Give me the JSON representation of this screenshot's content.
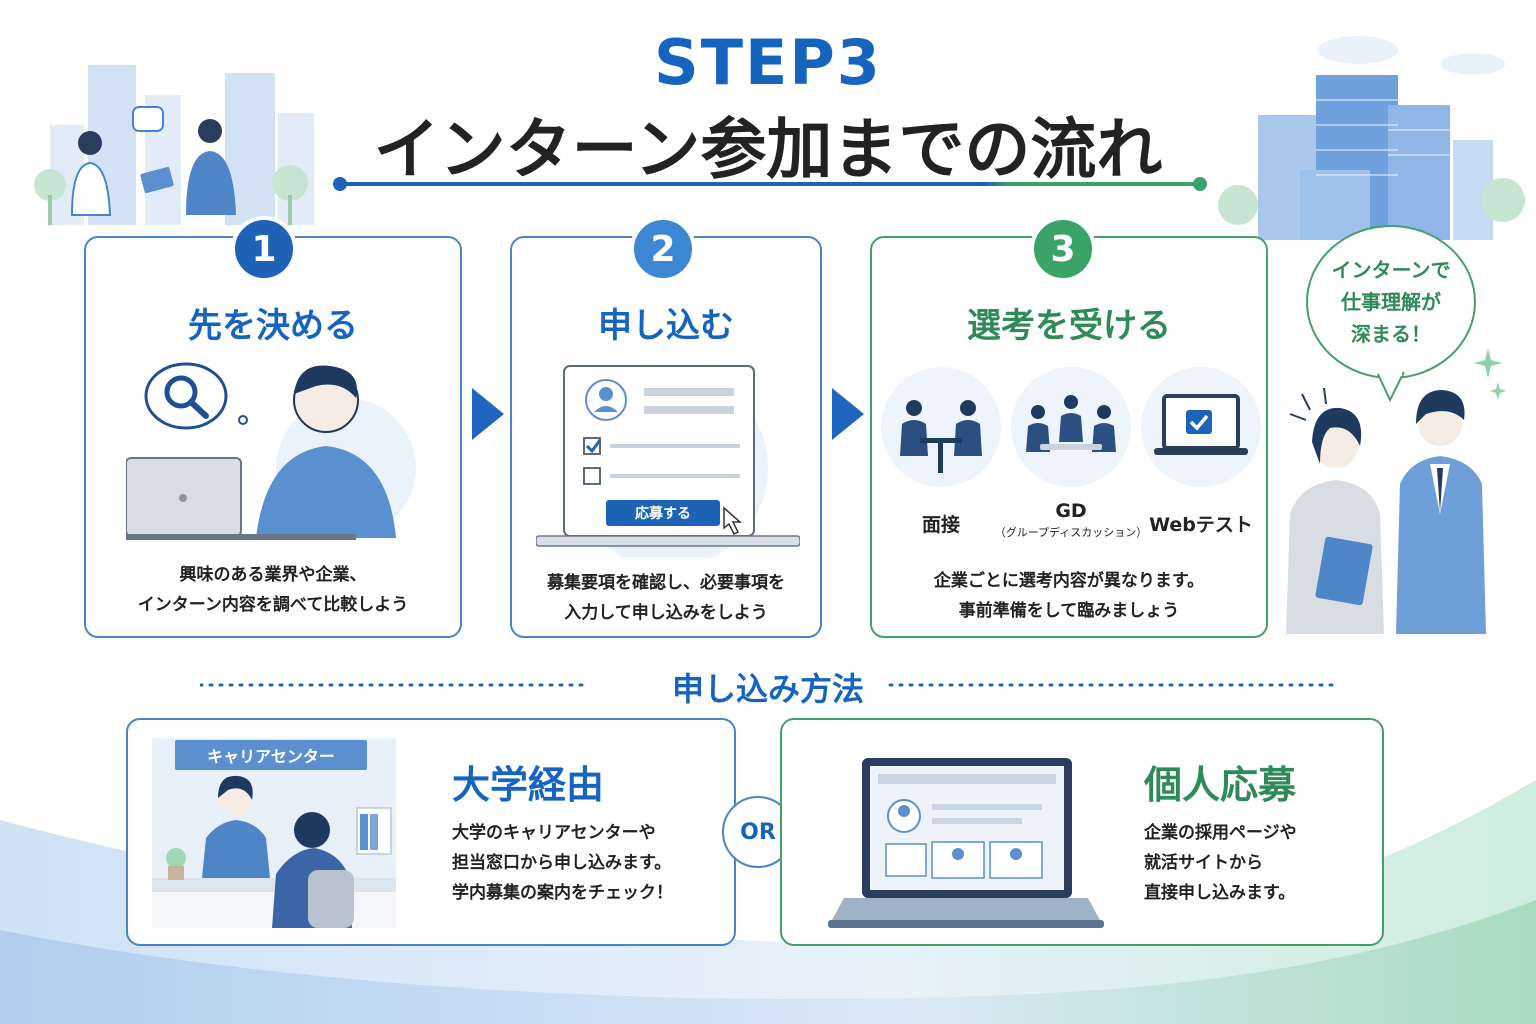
{
  "header": {
    "step": "STEP3",
    "title": "インターン参加までの流れ"
  },
  "steps": [
    {
      "number": "1",
      "title": "先を決める",
      "desc_line1": "興味のある業界や企業、",
      "desc_line2": "インターン内容を調べて比較しよう"
    },
    {
      "number": "2",
      "title": "申し込む",
      "button_label": "応募する",
      "desc_line1": "募集要項を確認し、必要事項を",
      "desc_line2": "入力して申し込みをしよう"
    },
    {
      "number": "3",
      "title": "選考を受ける",
      "selections": [
        {
          "label": "面接",
          "sub": ""
        },
        {
          "label": "GD",
          "sub": "（グループディスカッション）"
        },
        {
          "label": "Webテスト",
          "sub": ""
        }
      ],
      "desc_line1": "企業ごとに選考内容が異なります。",
      "desc_line2": "事前準備をして臨みましょう"
    }
  ],
  "bubble": {
    "line1": "インターンで",
    "line2": "仕事理解が",
    "line3": "深まる！"
  },
  "methods": {
    "heading": "申し込み方法",
    "or_label": "OR",
    "university": {
      "sign": "キャリアセンター",
      "title": "大学経由",
      "line1": "大学のキャリアセンターや",
      "line2": "担当窓口から申し込みます。",
      "line3": "学内募集の案内をチェック！"
    },
    "individual": {
      "title": "個人応募",
      "line1": "企業の採用ページや",
      "line2": "就活サイトから",
      "line3": "直接申し込みます。"
    }
  },
  "colors": {
    "blue": "#1565c0",
    "blue_badge": "#1e63b8",
    "blue_badge_light": "#3d87d4",
    "green": "#2e8b57",
    "green_badge": "#3aa468"
  }
}
